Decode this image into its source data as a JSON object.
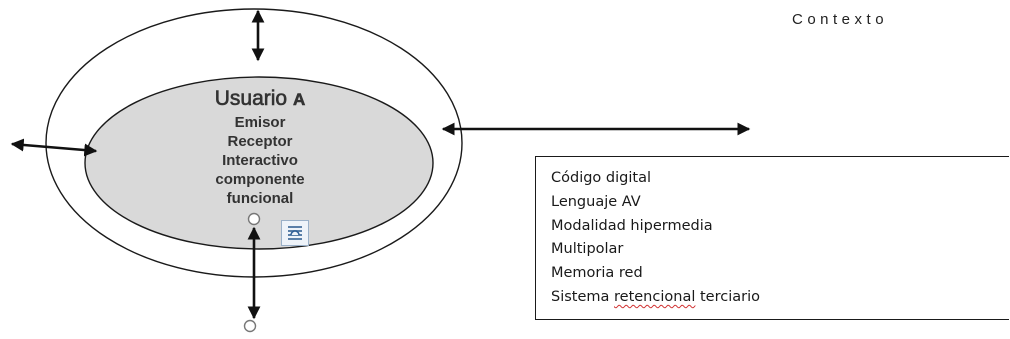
{
  "diagram": {
    "context_label": "Contexto",
    "user": {
      "title": "Usuario",
      "title_letter": "A",
      "lines": [
        "Emisor",
        "Receptor",
        "Interactivo",
        "componente",
        "funcional"
      ]
    },
    "info_box": {
      "lines": [
        "Código digital",
        "Lenguaje AV",
        "Modalidad hipermedia",
        "Multipolar",
        "Memoria red"
      ],
      "last_line_prefix": "Sistema ",
      "last_line_flagged": "retencional",
      "last_line_suffix": " terciario"
    },
    "layout_options_icon": "layout-options-icon"
  },
  "colors": {
    "inner_circle_fill": "#d9d9d9",
    "outline": "#1a1a1a",
    "text": "#333333",
    "spellcheck_underline": "#d03030"
  }
}
